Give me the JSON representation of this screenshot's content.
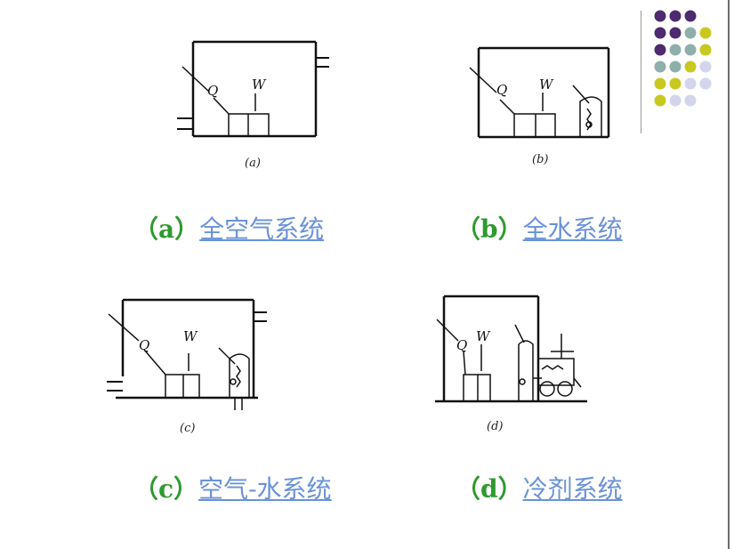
{
  "decor": {
    "dot_colors": [
      "#4e2a6e",
      "#8fb0aa",
      "#c8c820",
      "#d4d4ec"
    ]
  },
  "diagrams": {
    "a": {
      "sub": "(a)",
      "q": "Q",
      "w": "W"
    },
    "b": {
      "sub": "(b)",
      "q": "Q",
      "w": "W"
    },
    "c": {
      "sub": "(c)",
      "q": "Q",
      "w": "W"
    },
    "d": {
      "sub": "(d)",
      "q": "Q",
      "w": "W"
    }
  },
  "captions": {
    "a": {
      "code": "（a）",
      "label": "全空气系统"
    },
    "b": {
      "code": "（b）",
      "label": "全水系统"
    },
    "c": {
      "code": "（c）",
      "label": "空气-水系统"
    },
    "d": {
      "code": "（d）",
      "label": "冷剂系统"
    }
  }
}
